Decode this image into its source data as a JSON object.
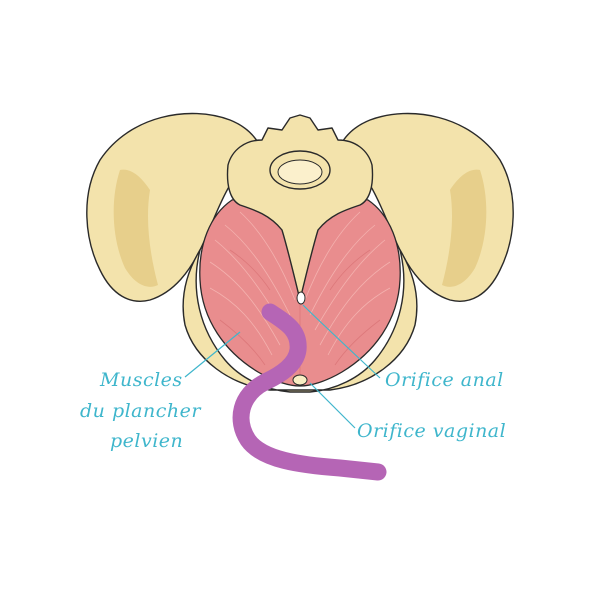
{
  "diagram": {
    "labels": {
      "muscles_line1": "Muscles",
      "muscles_line2": "du plancher",
      "muscles_line3": "pelvien",
      "anal": "Orifice anal",
      "vaginal": "Orifice vaginal"
    },
    "colors": {
      "bone": "#f3e3ac",
      "muscle": "#e98d8e",
      "probe": "#b565b5",
      "label": "#3fb6cc"
    }
  }
}
